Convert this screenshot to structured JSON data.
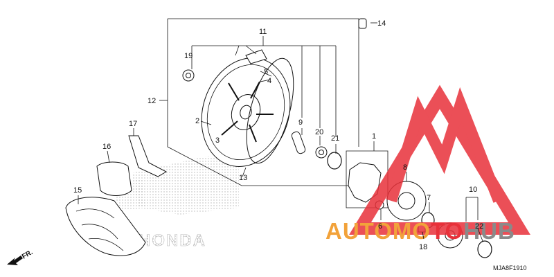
{
  "watermark": {
    "text_orange": "AUTOMO",
    "text_red": "TO",
    "text_gray": "HUB",
    "colors": {
      "orange": "#f2a23a",
      "red": "#e8313a",
      "gray": "#8a8a8a",
      "logo_red": "#e8313a"
    }
  },
  "brand_lettering": "HONDA",
  "diagram_code": "MJA8F1910",
  "direction_label": "FR.",
  "callouts": {
    "p1": "1",
    "p2": "2",
    "p3": "3",
    "p4": "4",
    "p5": "5",
    "p6": "6",
    "p7": "7",
    "p8": "8",
    "p9": "9",
    "p10": "10",
    "p11": "11",
    "p12": "12",
    "p13": "13",
    "p14": "14",
    "p15": "15",
    "p16": "16",
    "p17": "17",
    "p18": "18",
    "p19": "19",
    "p20": "20",
    "p21": "21",
    "p22": "22"
  }
}
